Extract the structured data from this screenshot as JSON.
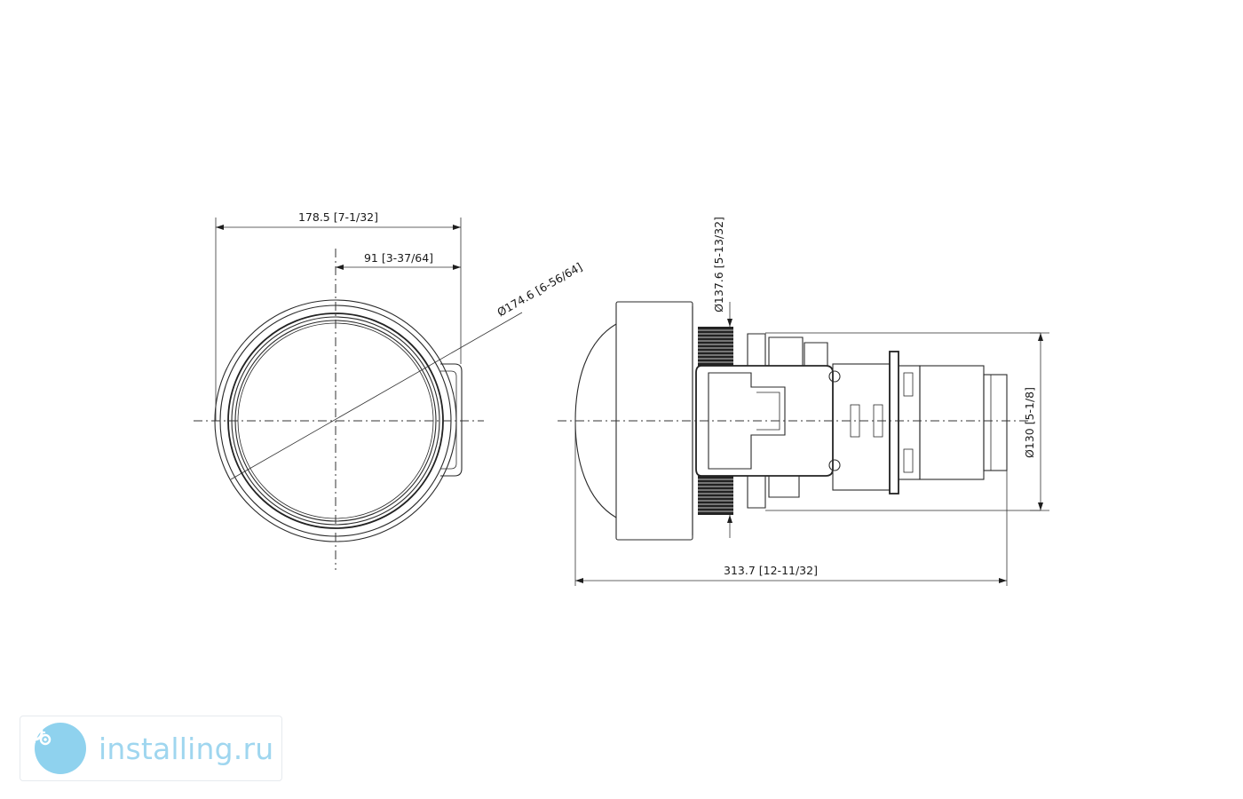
{
  "dimensions": {
    "front_width": "178.5 [7-1/32]",
    "front_offset": "91 [3-37/64]",
    "front_diameter": "Ø174.6 [6-56/64]",
    "side_diameter_ring": "Ø137.6 [5-13/32]",
    "side_diameter_body": "Ø130 [5-1/8]",
    "side_length": "313.7 [12-11/32]"
  },
  "watermark": {
    "text": "installing.ru",
    "logo_icon": "gears-icon",
    "color": "#9fd6ef"
  },
  "colors": {
    "line": "#2a2a2a",
    "background": "#ffffff"
  }
}
